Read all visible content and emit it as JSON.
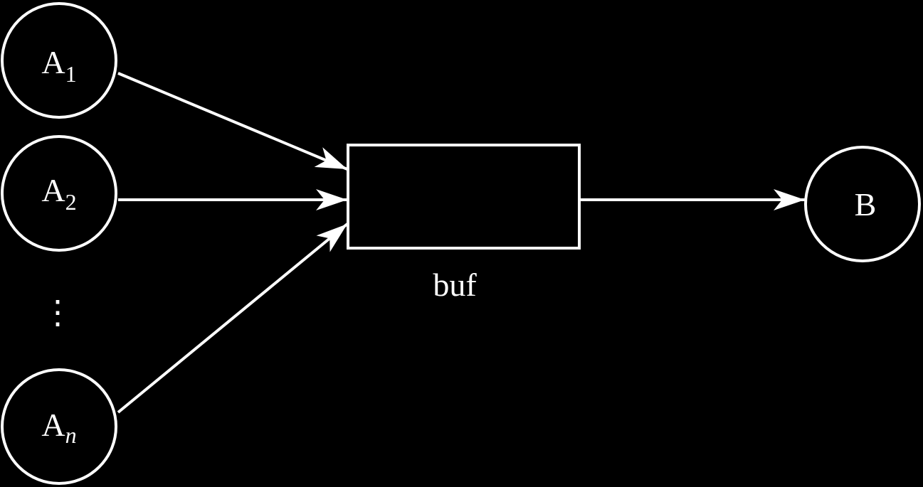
{
  "colors": {
    "background": "#000000",
    "stroke": "#ffffff"
  },
  "nodes": {
    "a1": {
      "letter": "A",
      "sub": "1"
    },
    "a2": {
      "letter": "A",
      "sub": "2"
    },
    "an": {
      "letter": "A",
      "sub": "n"
    },
    "b": {
      "label": "B"
    }
  },
  "buffer": {
    "label": "buf"
  },
  "ellipsis": "⋮",
  "edges": [
    {
      "from": "A1",
      "to": "buf"
    },
    {
      "from": "A2",
      "to": "buf"
    },
    {
      "from": "An",
      "to": "buf"
    },
    {
      "from": "buf",
      "to": "B"
    }
  ]
}
